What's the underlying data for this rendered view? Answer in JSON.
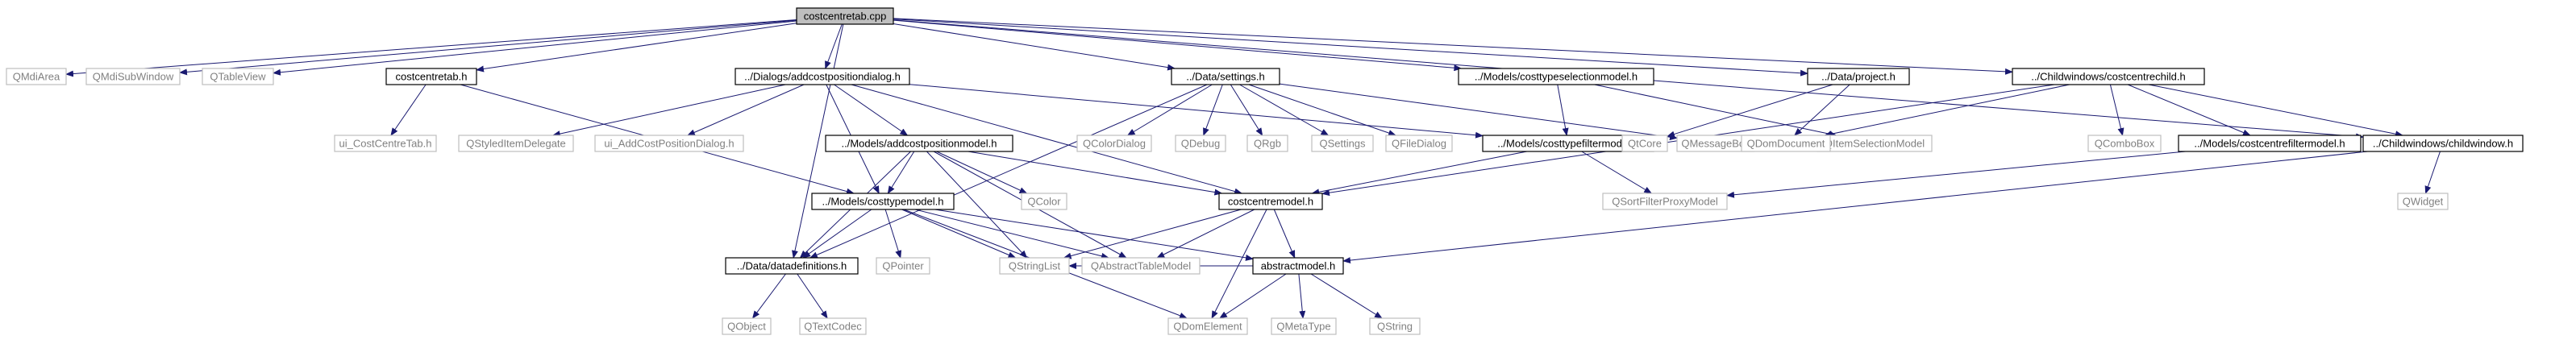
{
  "diagram": {
    "colors": {
      "edge": "#191970",
      "project_border": "#000000",
      "project_text": "#000000",
      "external_border": "#bfbfbf",
      "external_text": "#808080",
      "root_fill": "#bfbfbf"
    },
    "nodes": [
      {
        "id": "root",
        "label": "costcentretab.cpp",
        "kind": "root"
      },
      {
        "id": "qmdiarea",
        "label": "QMdiArea",
        "kind": "external"
      },
      {
        "id": "qmdisubwindow",
        "label": "QMdiSubWindow",
        "kind": "external"
      },
      {
        "id": "qtableview",
        "label": "QTableView",
        "kind": "external"
      },
      {
        "id": "costcentretab_h",
        "label": "costcentretab.h",
        "kind": "project"
      },
      {
        "id": "addcostpositiondialog_h",
        "label": "../Dialogs/addcostpositiondialog.h",
        "kind": "project"
      },
      {
        "id": "settings_h",
        "label": "../Data/settings.h",
        "kind": "project"
      },
      {
        "id": "costtypeselectionmodel_h",
        "label": "../Models/costtypeselectionmodel.h",
        "kind": "project"
      },
      {
        "id": "project_h",
        "label": "../Data/project.h",
        "kind": "project"
      },
      {
        "id": "costcentrechild_h",
        "label": "../Childwindows/costcentrechild.h",
        "kind": "project"
      },
      {
        "id": "ui_costcentretab_h",
        "label": "ui_CostCentreTab.h",
        "kind": "external"
      },
      {
        "id": "qstyleditemdelegate",
        "label": "QStyledItemDelegate",
        "kind": "external"
      },
      {
        "id": "ui_addcostpositiondialog_h",
        "label": "ui_AddCostPositionDialog.h",
        "kind": "external"
      },
      {
        "id": "addcostpositionmodel_h",
        "label": "../Models/addcostpositionmodel.h",
        "kind": "project"
      },
      {
        "id": "qcolordialog",
        "label": "QColorDialog",
        "kind": "external"
      },
      {
        "id": "qdebug",
        "label": "QDebug",
        "kind": "external"
      },
      {
        "id": "qrgb",
        "label": "QRgb",
        "kind": "external"
      },
      {
        "id": "qsettings",
        "label": "QSettings",
        "kind": "external"
      },
      {
        "id": "qfiledialog",
        "label": "QFileDialog",
        "kind": "external"
      },
      {
        "id": "costtypefiltermodel_h",
        "label": "../Models/costtypefiltermodel.h",
        "kind": "project"
      },
      {
        "id": "qmessagebox",
        "label": "QMessageBox",
        "kind": "external"
      },
      {
        "id": "qitemselectionmodel",
        "label": "QItemSelectionModel",
        "kind": "external"
      },
      {
        "id": "qtcore",
        "label": "QtCore",
        "kind": "external"
      },
      {
        "id": "qdomdocument",
        "label": "QDomDocument",
        "kind": "external"
      },
      {
        "id": "qcombobox",
        "label": "QComboBox",
        "kind": "external"
      },
      {
        "id": "costcentrefiltermodel_h",
        "label": "../Models/costcentrefiltermodel.h",
        "kind": "project"
      },
      {
        "id": "childwindow_h",
        "label": "../Childwindows/childwindow.h",
        "kind": "project"
      },
      {
        "id": "costtypemodel_h",
        "label": "../Models/costtypemodel.h",
        "kind": "project"
      },
      {
        "id": "qcolor",
        "label": "QColor",
        "kind": "external"
      },
      {
        "id": "costcentremodel_h",
        "label": "costcentremodel.h",
        "kind": "project"
      },
      {
        "id": "qsortfilterproxymodel",
        "label": "QSortFilterProxyModel",
        "kind": "external"
      },
      {
        "id": "qwidget",
        "label": "QWidget",
        "kind": "external"
      },
      {
        "id": "datadefinitions_h",
        "label": "../Data/datadefinitions.h",
        "kind": "project"
      },
      {
        "id": "qpointer",
        "label": "QPointer",
        "kind": "external"
      },
      {
        "id": "qstringlist",
        "label": "QStringList",
        "kind": "external"
      },
      {
        "id": "qabstracttablemodel",
        "label": "QAbstractTableModel",
        "kind": "external"
      },
      {
        "id": "abstractmodel_h",
        "label": "abstractmodel.h",
        "kind": "project"
      },
      {
        "id": "qobject",
        "label": "QObject",
        "kind": "external"
      },
      {
        "id": "qtextcodec",
        "label": "QTextCodec",
        "kind": "external"
      },
      {
        "id": "qdomelement",
        "label": "QDomElement",
        "kind": "external"
      },
      {
        "id": "qmetatype",
        "label": "QMetaType",
        "kind": "external"
      },
      {
        "id": "qstring",
        "label": "QString",
        "kind": "external"
      }
    ],
    "edges": [
      [
        "root",
        "qmdiarea"
      ],
      [
        "root",
        "qmdisubwindow"
      ],
      [
        "root",
        "qtableview"
      ],
      [
        "root",
        "costcentretab_h"
      ],
      [
        "root",
        "addcostpositiondialog_h"
      ],
      [
        "root",
        "settings_h"
      ],
      [
        "root",
        "costtypeselectionmodel_h"
      ],
      [
        "root",
        "project_h"
      ],
      [
        "root",
        "costcentrechild_h"
      ],
      [
        "root",
        "childwindow_h"
      ],
      [
        "root",
        "datadefinitions_h"
      ],
      [
        "costcentretab_h",
        "ui_costcentretab_h"
      ],
      [
        "costcentretab_h",
        "costtypemodel_h"
      ],
      [
        "addcostpositiondialog_h",
        "qstyleditemdelegate"
      ],
      [
        "addcostpositiondialog_h",
        "ui_addcostpositiondialog_h"
      ],
      [
        "addcostpositiondialog_h",
        "addcostpositionmodel_h"
      ],
      [
        "addcostpositiondialog_h",
        "costtypefiltermodel_h"
      ],
      [
        "addcostpositiondialog_h",
        "costcentremodel_h"
      ],
      [
        "addcostpositiondialog_h",
        "costtypemodel_h"
      ],
      [
        "settings_h",
        "qcolordialog"
      ],
      [
        "settings_h",
        "qdebug"
      ],
      [
        "settings_h",
        "qrgb"
      ],
      [
        "settings_h",
        "qsettings"
      ],
      [
        "settings_h",
        "qfiledialog"
      ],
      [
        "settings_h",
        "qmessagebox"
      ],
      [
        "settings_h",
        "datadefinitions_h"
      ],
      [
        "costtypeselectionmodel_h",
        "costtypefiltermodel_h"
      ],
      [
        "costtypeselectionmodel_h",
        "qitemselectionmodel"
      ],
      [
        "project_h",
        "qtcore"
      ],
      [
        "project_h",
        "qdomdocument"
      ],
      [
        "costcentrechild_h",
        "qdomdocument"
      ],
      [
        "costcentrechild_h",
        "qcombobox"
      ],
      [
        "costcentrechild_h",
        "costcentrefiltermodel_h"
      ],
      [
        "costcentrechild_h",
        "childwindow_h"
      ],
      [
        "costcentrechild_h",
        "costcentremodel_h"
      ],
      [
        "addcostpositionmodel_h",
        "costtypemodel_h"
      ],
      [
        "addcostpositionmodel_h",
        "qcolor"
      ],
      [
        "addcostpositionmodel_h",
        "costcentremodel_h"
      ],
      [
        "addcostpositionmodel_h",
        "datadefinitions_h"
      ],
      [
        "addcostpositionmodel_h",
        "qstringlist"
      ],
      [
        "addcostpositionmodel_h",
        "qabstracttablemodel"
      ],
      [
        "costtypefiltermodel_h",
        "costcentremodel_h"
      ],
      [
        "costtypefiltermodel_h",
        "qsortfilterproxymodel"
      ],
      [
        "costcentrefiltermodel_h",
        "qsortfilterproxymodel"
      ],
      [
        "childwindow_h",
        "qwidget"
      ],
      [
        "childwindow_h",
        "abstractmodel_h"
      ],
      [
        "costtypemodel_h",
        "datadefinitions_h"
      ],
      [
        "costtypemodel_h",
        "qpointer"
      ],
      [
        "costtypemodel_h",
        "qstringlist"
      ],
      [
        "costtypemodel_h",
        "qabstracttablemodel"
      ],
      [
        "costtypemodel_h",
        "abstractmodel_h"
      ],
      [
        "costtypemodel_h",
        "qdomelement"
      ],
      [
        "costcentremodel_h",
        "qstringlist"
      ],
      [
        "costcentremodel_h",
        "qabstracttablemodel"
      ],
      [
        "costcentremodel_h",
        "abstractmodel_h"
      ],
      [
        "costcentremodel_h",
        "qdomelement"
      ],
      [
        "abstractmodel_h",
        "qstringlist"
      ],
      [
        "abstractmodel_h",
        "qdomelement"
      ],
      [
        "abstractmodel_h",
        "qmetatype"
      ],
      [
        "abstractmodel_h",
        "qstring"
      ],
      [
        "datadefinitions_h",
        "qobject"
      ],
      [
        "datadefinitions_h",
        "qtextcodec"
      ]
    ]
  }
}
